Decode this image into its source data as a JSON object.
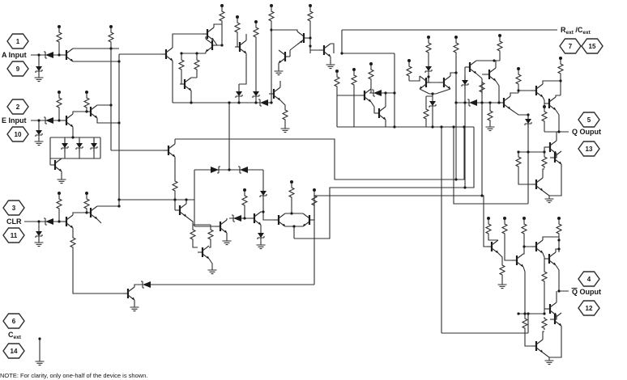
{
  "note": "NOTE: For clarity, only one-half of the device is shown.",
  "pins": {
    "a_input": {
      "pin_top": "1",
      "label": "A Input",
      "pin_bottom": "9"
    },
    "e_input": {
      "pin_top": "2",
      "label": "E Input",
      "pin_bottom": "10"
    },
    "clr": {
      "pin_top": "3",
      "label": "CLR",
      "pin_bottom": "11"
    },
    "cext": {
      "pin_top": "6",
      "label_main": "C",
      "label_sub": "ext",
      "pin_bottom": "14"
    },
    "rext_cext": {
      "label_r": "R",
      "label_r_sub": "ext",
      "label_mid": " /C",
      "label_c_sub": "ext",
      "pin_left": "7",
      "pin_right": "15"
    },
    "q_output": {
      "pin_top": "5",
      "label": "Q Ouput",
      "pin_bottom": "13"
    },
    "qbar_output": {
      "pin_top": "4",
      "label_q": "Q",
      "label_rest": " Ouput",
      "pin_bottom": "12"
    }
  },
  "colors": {
    "line": "#2d2d2d",
    "text": "#141414",
    "background": "#ffffff"
  }
}
